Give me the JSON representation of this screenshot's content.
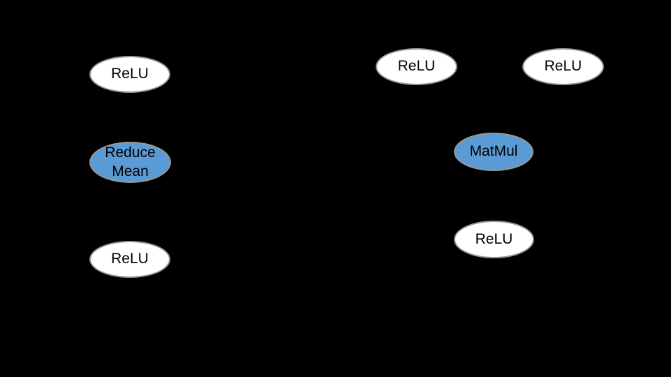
{
  "colors": {
    "background": "#000000",
    "node_fill_white": "#ffffff",
    "node_fill_blue": "#5b9bd5",
    "node_border": "#969696",
    "node_text": "#000000"
  },
  "diagram": {
    "left_group": {
      "nodes": [
        {
          "label": "ReLU",
          "fill": "white"
        },
        {
          "label": "Reduce Mean",
          "fill": "blue"
        },
        {
          "label": "ReLU",
          "fill": "white"
        }
      ]
    },
    "right_group": {
      "nodes": [
        {
          "label": "ReLU",
          "fill": "white"
        },
        {
          "label": "ReLU",
          "fill": "white"
        },
        {
          "label": "MatMul",
          "fill": "blue"
        },
        {
          "label": "ReLU",
          "fill": "white"
        }
      ]
    }
  }
}
